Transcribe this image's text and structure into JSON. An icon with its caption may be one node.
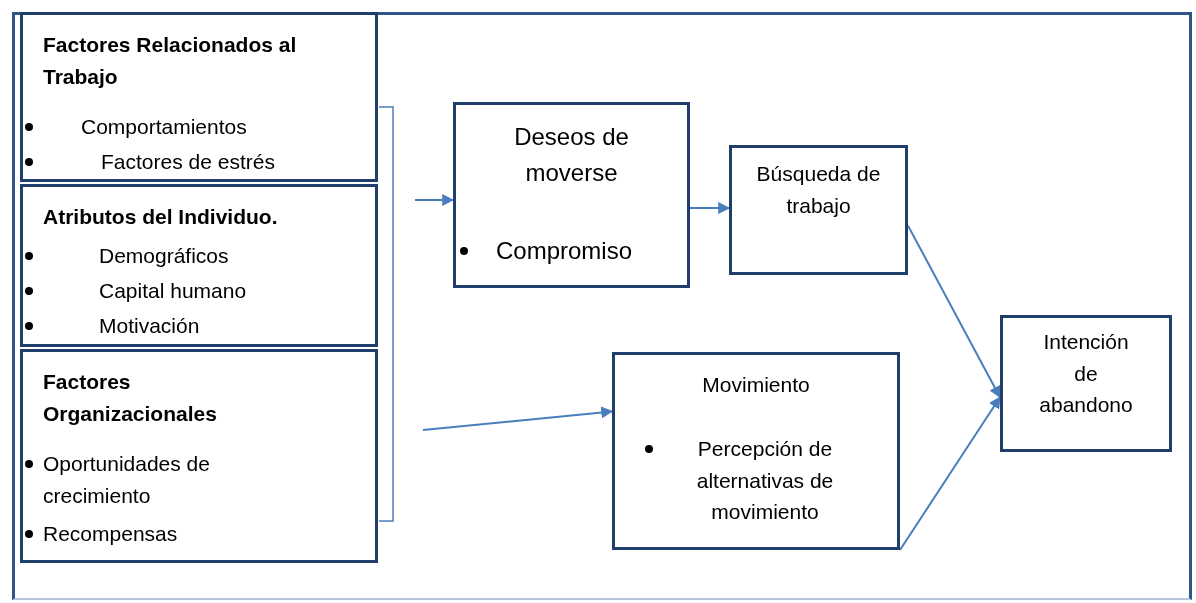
{
  "diagram": {
    "nodes": [
      {
        "text": [
          "Factores Relacionados al Trabajo",
          "Comportamientos",
          "Factores de estrés"
        ]
      },
      {
        "text": [
          "Atributos del Individuo.",
          "Demográficos",
          "Capital humano",
          "Motivación"
        ]
      },
      {
        "text": [
          "Factores Organizacionales",
          "Oportunidades de crecimiento",
          "Recompensas"
        ]
      },
      {
        "text": [
          "Deseos de moverse",
          "Compromiso"
        ]
      },
      {
        "text": [
          "Búsqueda de trabajo"
        ]
      },
      {
        "text": [
          "Intención de abandono"
        ]
      },
      {
        "text": [
          "Movimiento",
          "Percepción de alternativas de movimiento"
        ]
      }
    ],
    "edges": [
      {
        "from": null,
        "to": 3,
        "arrow": "to"
      },
      {
        "from": 3,
        "to": 4,
        "arrow": "to"
      },
      {
        "from": 4,
        "to": 5,
        "arrow": "to"
      },
      {
        "from": null,
        "to": 6,
        "arrow": "to"
      },
      {
        "from": 6,
        "to": 5,
        "arrow": "to"
      }
    ]
  }
}
